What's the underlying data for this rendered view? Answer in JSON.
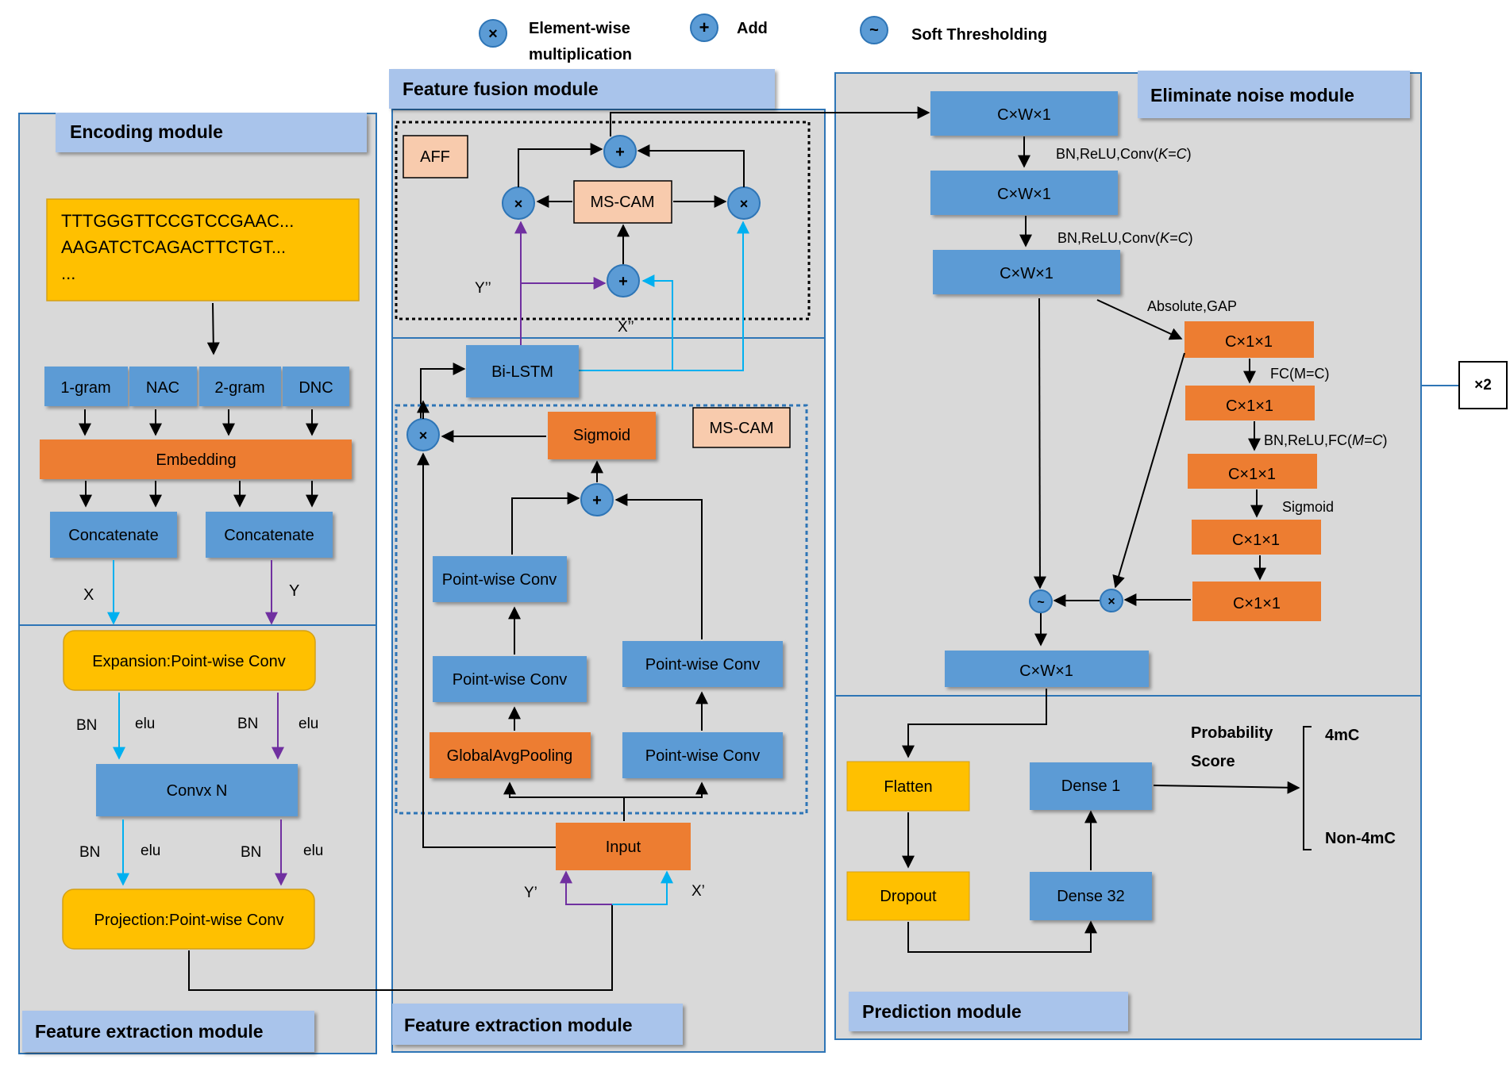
{
  "legend": {
    "mult_symbol": "×",
    "mult_label_1": "Element-wise",
    "mult_label_2": "multiplication",
    "add_symbol": "+",
    "add_label": "Add",
    "soft_symbol": "~",
    "soft_label": "Soft Thresholding"
  },
  "modules": {
    "encoding": "Encoding module",
    "feature_extraction_left": "Feature extraction module",
    "feature_fusion": "Feature fusion module",
    "feature_extraction_mid": "Feature extraction module",
    "eliminate_noise": "Eliminate noise module",
    "prediction": "Prediction module"
  },
  "encoding": {
    "seq_line1": "TTTGGGTTCCGTCCGAAC...",
    "seq_line2": "AAGATCTCAGACTTCTGT...",
    "seq_line3": "...",
    "gram1": "1-gram",
    "nac": "NAC",
    "gram2": "2-gram",
    "dnc": "DNC",
    "embedding": "Embedding",
    "concat1": "Concatenate",
    "concat2": "Concatenate",
    "x": "X",
    "y": "Y"
  },
  "feat_left": {
    "expansion": "Expansion:Point-wise Conv",
    "bn1a": "BN",
    "elu1a": "elu",
    "bn1b": "BN",
    "elu1b": "elu",
    "conv": "Convx N",
    "bn2a": "BN",
    "elu2a": "elu",
    "bn2b": "BN",
    "elu2b": "elu",
    "projection": "Projection:Point-wise Conv"
  },
  "fusion": {
    "aff": "AFF",
    "mscam": "MS-CAM",
    "y2": "Y’’",
    "x2": "X’’",
    "bilstm": "Bi-LSTM",
    "add": "+",
    "mult": "×"
  },
  "feat_mid": {
    "sigmoid": "Sigmoid",
    "mscam": "MS-CAM",
    "pw1": "Point-wise Conv",
    "pw2": "Point-wise Conv",
    "pw3": "Point-wise Conv",
    "pw4": "Point-wise Conv",
    "gap": "GlobalAvgPooling",
    "input": "Input",
    "y1": "Y’",
    "x1": "X’"
  },
  "noise": {
    "b1": "C×W×1",
    "l1": "BN,ReLU,Conv(",
    "l1k": "K=C",
    "l1e": ")",
    "b2": "C×W×1",
    "l2": "BN,ReLU,Conv(",
    "l2k": "K=C",
    "l2e": ")",
    "b3": "C×W×1",
    "abs": "Absolute,GAP",
    "o1": "C×1×1",
    "fc": "FC(M=C)",
    "o2": "C×1×1",
    "bnfc": "BN,ReLU,FC(",
    "bnfck": "M=C",
    "bnfce": ")",
    "o3": "C×1×1",
    "sig": "Sigmoid",
    "o4": "C×1×1",
    "o5": "C×1×1",
    "out": "C×W×1",
    "x2": "×2"
  },
  "prediction": {
    "flatten": "Flatten",
    "dropout": "Dropout",
    "dense1": "Dense 1",
    "dense32": "Dense 32",
    "prob1": "Probability",
    "prob2": "Score",
    "c1": "4mC",
    "c2": "Non-4mC"
  },
  "colors": {
    "panel": "#d9d9d9",
    "panel_border": "#2e75b6",
    "blue_box": "#5b9bd5",
    "blue_dark": "#2e75b6",
    "orange": "#ed7d31",
    "orange_light": "#f8cbad",
    "yellow": "#ffc000",
    "label_bg": "#a9c4eb",
    "cyan_arrow": "#00b0f0",
    "purple_arrow": "#7030a0"
  }
}
